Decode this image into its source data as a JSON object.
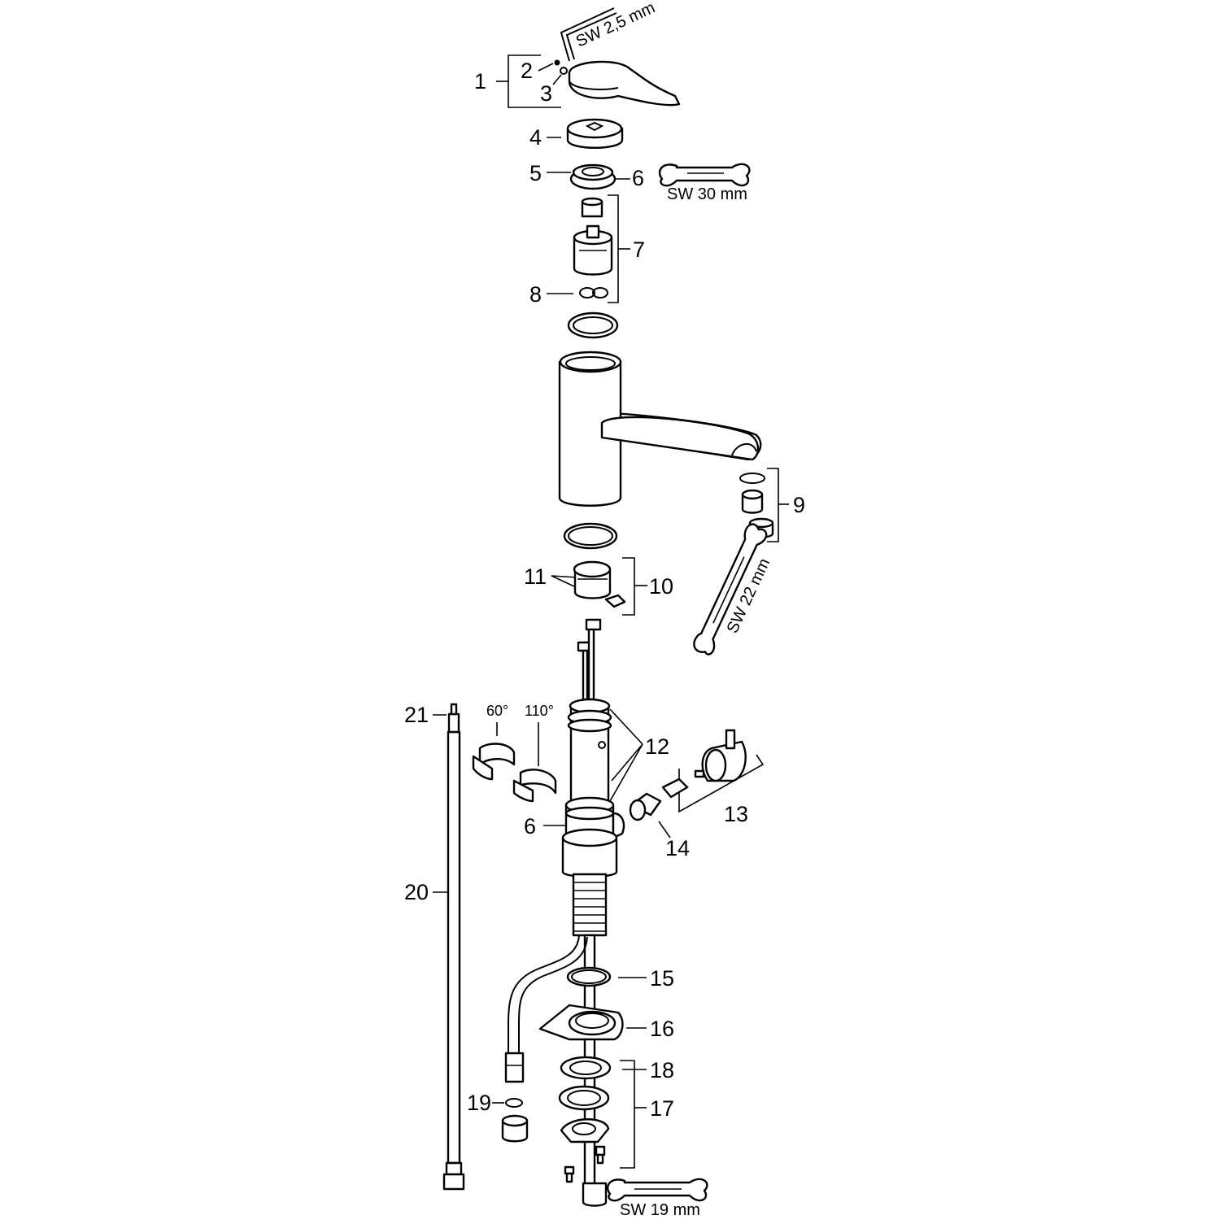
{
  "callouts": {
    "p1": "1",
    "p2": "2",
    "p3": "3",
    "p4": "4",
    "p5": "5",
    "p6a": "6",
    "p7": "7",
    "p8": "8",
    "p9": "9",
    "p10": "10",
    "p11": "11",
    "p12": "12",
    "p13": "13",
    "p14": "14",
    "p6b": "6",
    "p15": "15",
    "p16": "16",
    "p17": "17",
    "p18": "18",
    "p19": "19",
    "p20": "20",
    "p21": "21"
  },
  "tool_labels": {
    "hex_key": "SW 2,5 mm",
    "wrench_top": "SW 30 mm",
    "wrench_mid": "SW 22 mm",
    "wrench_bottom": "SW 19 mm"
  },
  "angles": {
    "clip_60": "60°",
    "clip_110": "110°"
  }
}
